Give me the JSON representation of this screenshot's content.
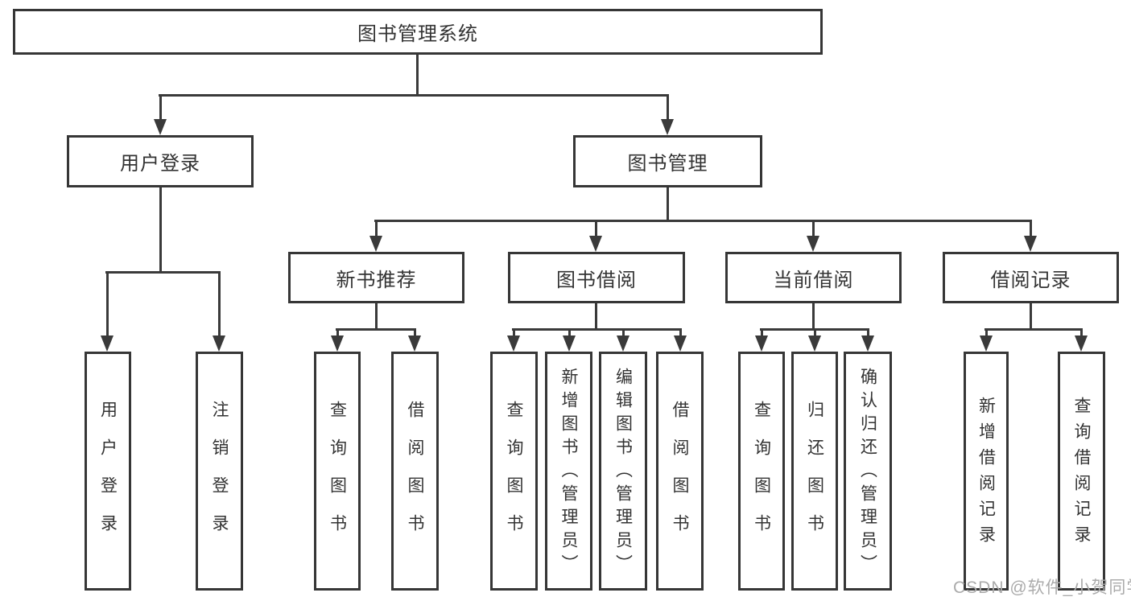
{
  "tree": {
    "label": "图书管理系统",
    "children": [
      {
        "label": "用户登录",
        "children": [
          {
            "label": "用户登录"
          },
          {
            "label": "注销登录"
          }
        ]
      },
      {
        "label": "图书管理",
        "children": [
          {
            "label": "新书推荐",
            "children": [
              {
                "label": "查询图书"
              },
              {
                "label": "借阅图书"
              }
            ]
          },
          {
            "label": "图书借阅",
            "children": [
              {
                "label": "查询图书"
              },
              {
                "label": "新增图书（管理员）"
              },
              {
                "label": "编辑图书（管理员）"
              },
              {
                "label": "借阅图书"
              }
            ]
          },
          {
            "label": "当前借阅",
            "children": [
              {
                "label": "查询图书"
              },
              {
                "label": "归还图书"
              },
              {
                "label": "确认归还（管理员）"
              }
            ]
          },
          {
            "label": "借阅记录",
            "children": [
              {
                "label": "新增借阅记录"
              },
              {
                "label": "查询借阅记录"
              }
            ]
          }
        ]
      }
    ]
  },
  "watermark": "CSDN @软件_小贺同学",
  "colors": {
    "line": "#3a3a3a",
    "border": "#363636",
    "text": "#333333",
    "watermark": "#ababab",
    "background": "#ffffff"
  }
}
